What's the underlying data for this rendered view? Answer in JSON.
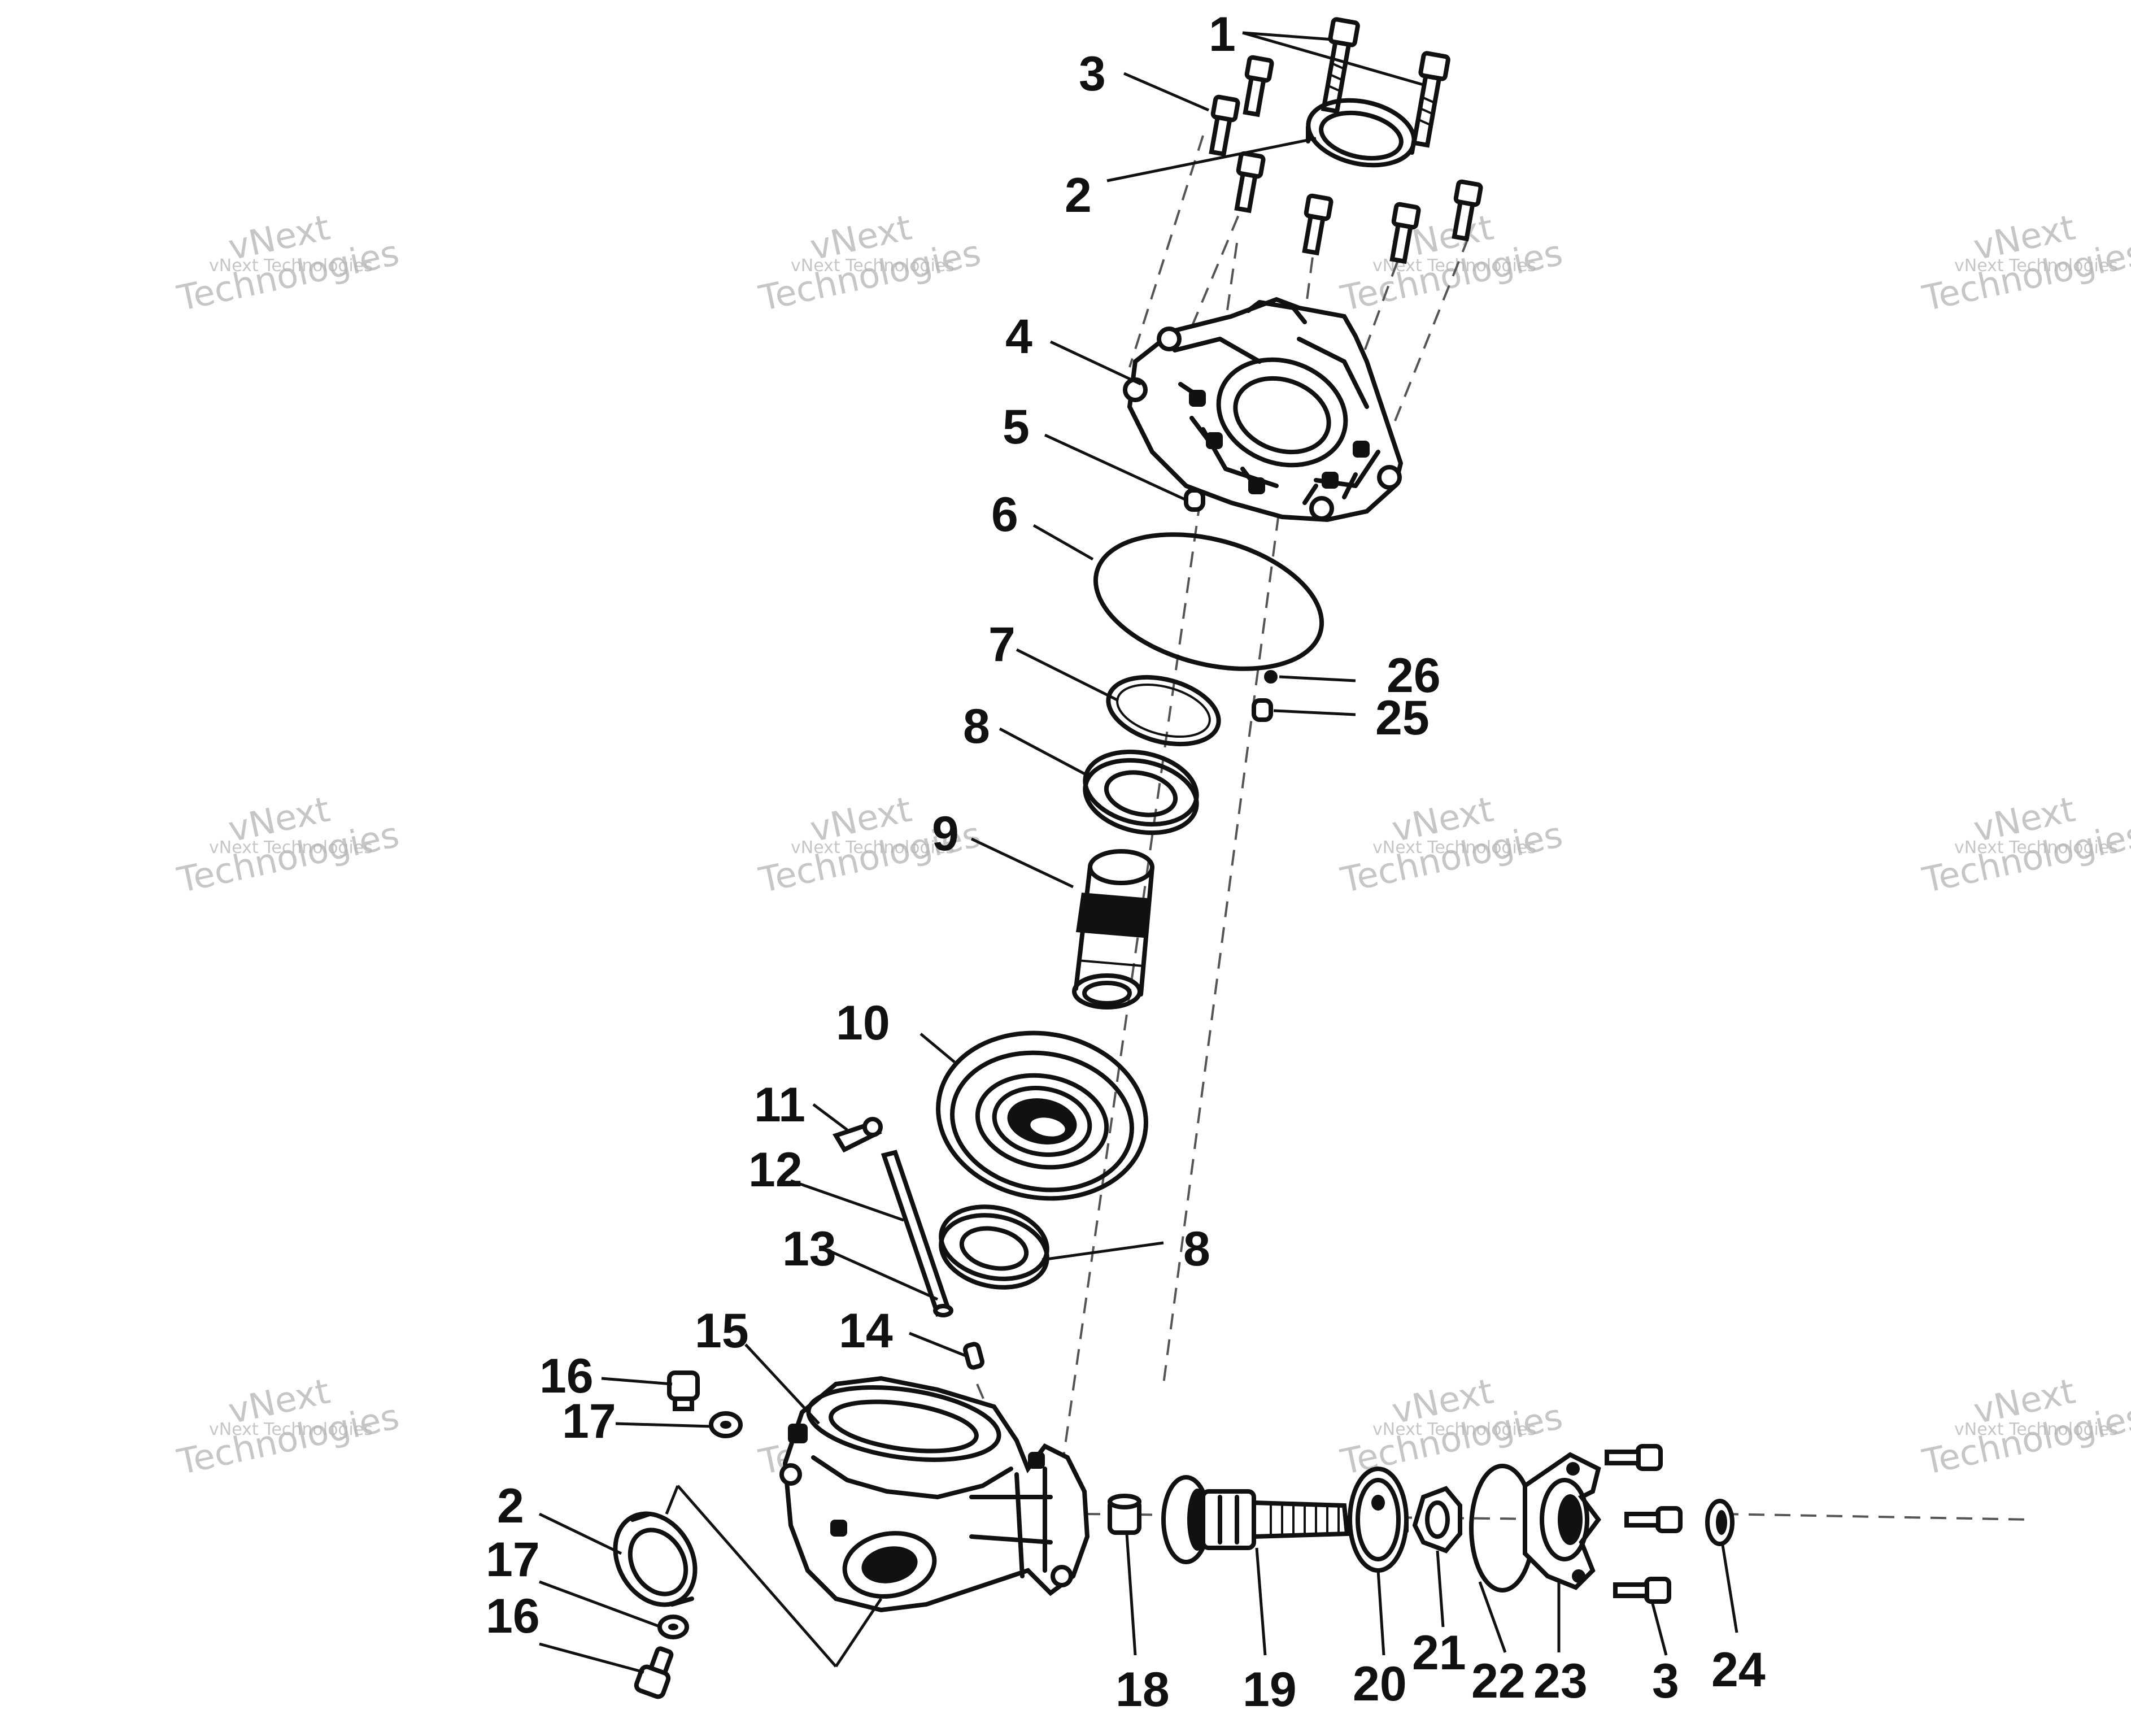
{
  "watermark": {
    "line1": "vNext Technologies",
    "line2_a": "vNext",
    "line2_b": "Technologies"
  },
  "callouts": [
    "1",
    "2",
    "3",
    "4",
    "5",
    "6",
    "7",
    "8",
    "9",
    "10",
    "11",
    "12",
    "13",
    "14",
    "15",
    "16",
    "17",
    "2",
    "17",
    "16",
    "8",
    "26",
    "25",
    "18",
    "19",
    "20",
    "21",
    "22",
    "23",
    "3",
    "24"
  ]
}
